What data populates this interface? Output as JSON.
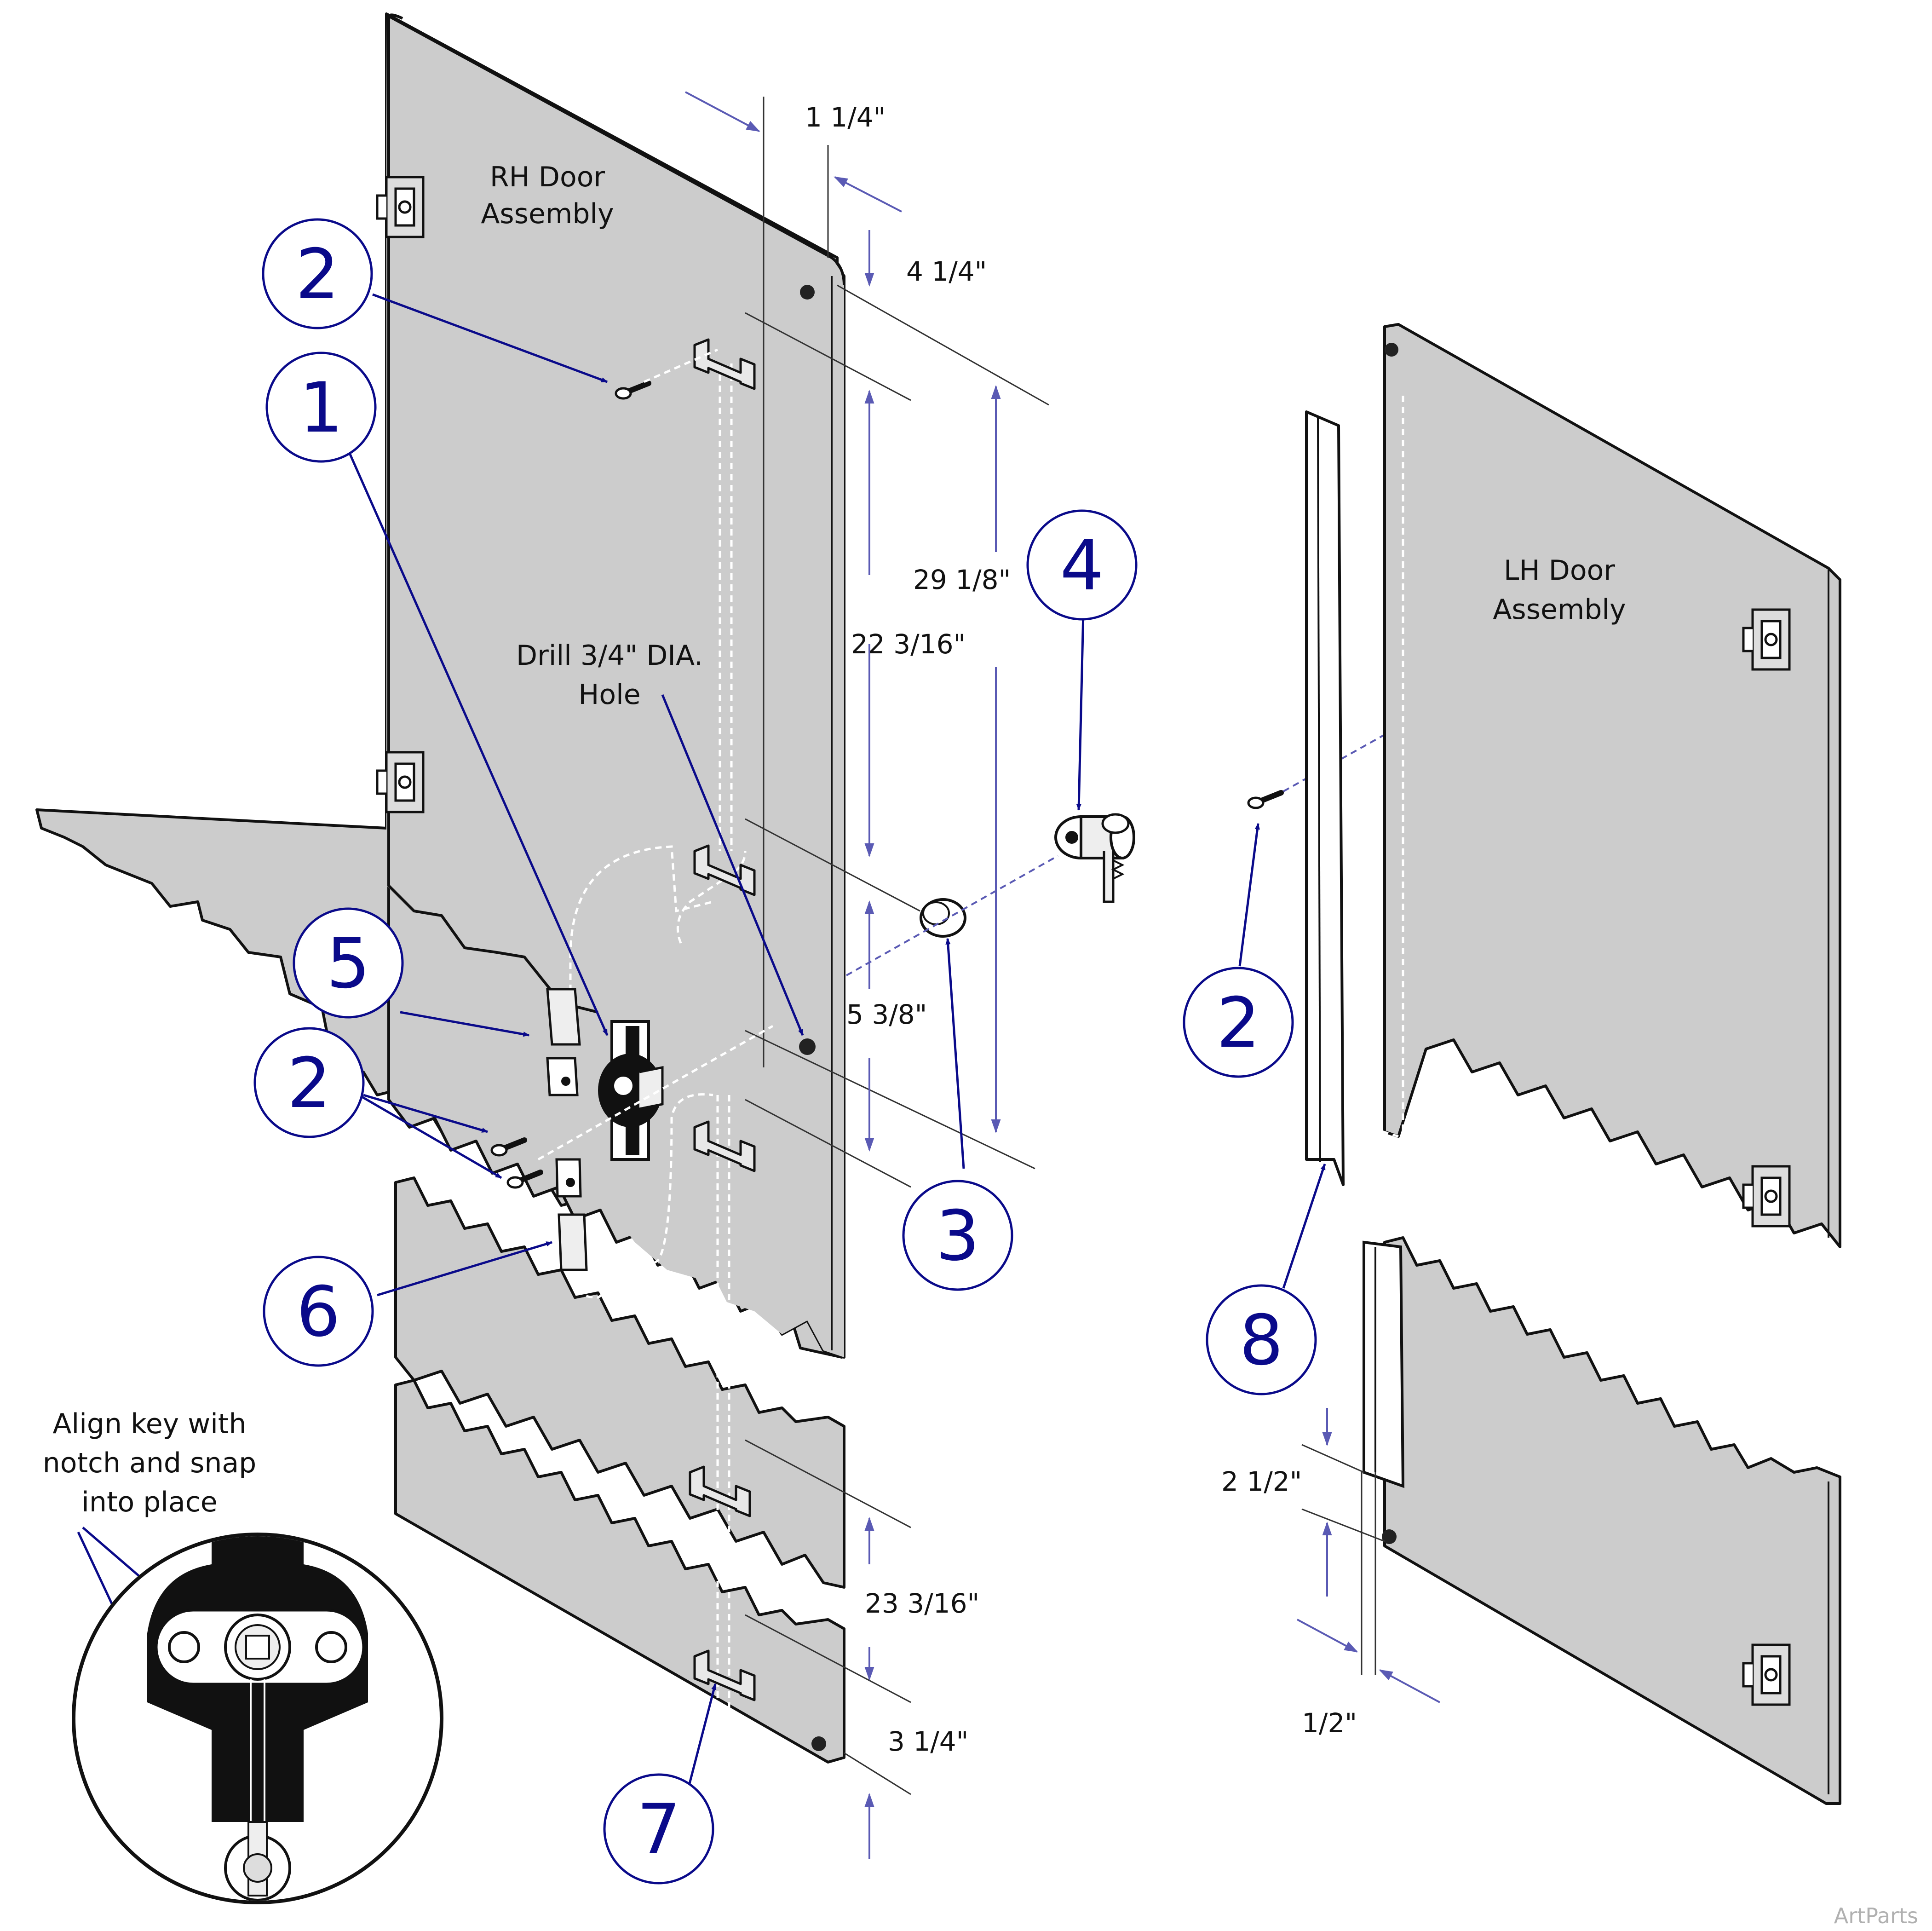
{
  "colors": {
    "panel": "#cccccc",
    "outline": "#111111",
    "callout": "#0a0a8a",
    "dimension": "#5a5ab4",
    "hidden_line": "#ffffff"
  },
  "labels": {
    "rh_door_line1": "RH Door",
    "rh_door_line2": "Assembly",
    "lh_door_line1": "LH Door",
    "lh_door_line2": "Assembly",
    "drill_line1": "Drill 3/4\" DIA.",
    "drill_line2": "Hole",
    "align_line1": "Align key with",
    "align_line2": "notch and snap",
    "align_line3": "into place",
    "watermark": "ArtParts"
  },
  "dimensions": {
    "d_1_1_4": "1 1/4\"",
    "d_4_1_4": "4 1/4\"",
    "d_29_1_8": "29 1/8\"",
    "d_22_3_16": "22 3/16\"",
    "d_5_3_8": "5 3/8\"",
    "d_23_3_16": "23 3/16\"",
    "d_3_1_4": "3 1/4\"",
    "d_2_1_2": "2 1/2\"",
    "d_1_2": "1/2\""
  },
  "callouts": {
    "c1": "1",
    "c2a": "2",
    "c2b": "2",
    "c2c": "2",
    "c3": "3",
    "c4": "4",
    "c5": "5",
    "c6": "6",
    "c7": "7",
    "c8": "8"
  },
  "icons": [
    "hinge-icon",
    "lock-cylinder-icon",
    "key-icon",
    "screw-icon",
    "bracket-icon",
    "latch-cam-icon"
  ]
}
